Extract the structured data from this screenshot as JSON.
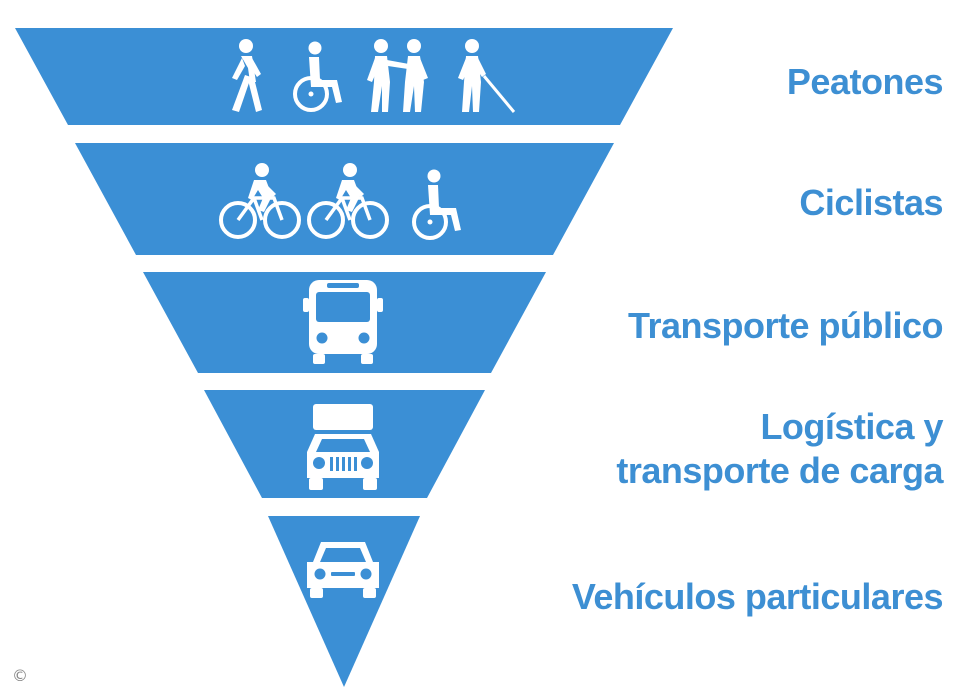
{
  "colors": {
    "tier_fill": "#3b8fd5",
    "label_text": "#3d8fd3",
    "icon": "#ffffff",
    "copyright": "#888888"
  },
  "tiers": [
    {
      "id": "pedestrians",
      "label": "Peatones",
      "icons": [
        "pedestrian-walking-icon",
        "wheelchair-user-icon",
        "person-assisting-person-icon",
        "blind-person-with-cane-icon"
      ]
    },
    {
      "id": "cyclists",
      "label": "Ciclistas",
      "icons": [
        "cyclist-icon",
        "cyclist-icon",
        "wheelchair-user-icon"
      ]
    },
    {
      "id": "public-transport",
      "label": "Transporte público",
      "icons": [
        "bus-icon"
      ]
    },
    {
      "id": "logistics",
      "label": "Logística y transporte de carga",
      "label_lines": [
        "Logística y",
        "transporte de carga"
      ],
      "icons": [
        "cargo-truck-icon"
      ]
    },
    {
      "id": "private-vehicles",
      "label": "Vehículos particulares",
      "icons": [
        "car-icon"
      ]
    }
  ],
  "copyright_symbol": "©"
}
